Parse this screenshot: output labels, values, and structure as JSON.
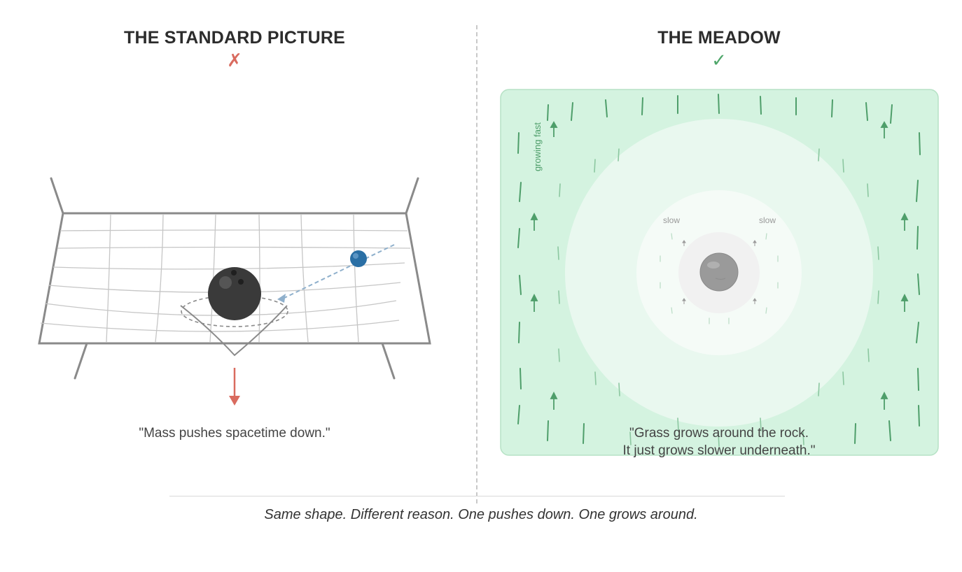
{
  "left_panel": {
    "title": "THE STANDARD PICTURE",
    "mark": "✗",
    "caption": "\"Mass pushes spacetime down.\"",
    "colors": {
      "mark": "#d96b5f",
      "arrow": "#d96b5f",
      "ball": "#3a3a3a",
      "small_ball": "#2a6fa5"
    }
  },
  "right_panel": {
    "title": "THE MEADOW",
    "mark": "✓",
    "side_label": "growing fast",
    "slow_labels": [
      "slow",
      "slow"
    ],
    "caption_line1": "\"Grass grows around the rock.",
    "caption_line2": "It just grows slower underneath.\"",
    "colors": {
      "mark": "#4fa66a",
      "meadow": "#d4f3e0",
      "grass": "#4e9e6a",
      "rock": "#9a9a9a"
    }
  },
  "footer": "Same shape. Different reason. One pushes down. One grows around."
}
